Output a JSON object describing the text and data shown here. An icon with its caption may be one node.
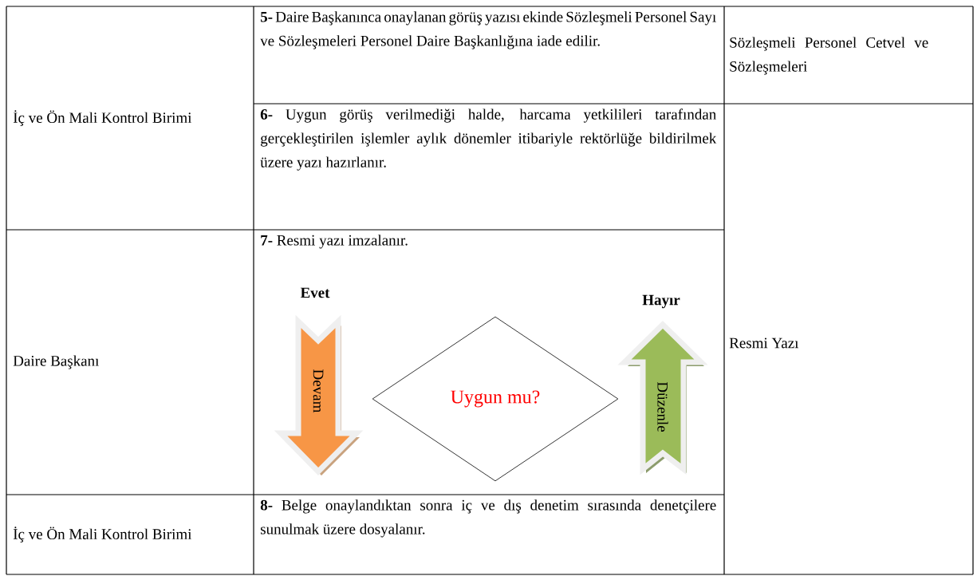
{
  "diagram": {
    "nodes": [
      {
        "text": [
          "Devam"
        ],
        "beside": [
          "Evet"
        ]
      },
      {
        "text": [
          "Uygun mu?"
        ]
      },
      {
        "text": [
          "Düzenle"
        ],
        "beside": [
          "Hayır"
        ]
      }
    ],
    "labels": [
      "İç ve Ön Mali Kontrol Birimi",
      "**5-** Daire Başkanınca onaylanan görüş yazısı ekinde Sözleşmeli Personel Sayı ve Sözleşmeleri Personel Daire Başkanlığına iade edilir.",
      "Sözleşmeli Personel Cetvel ve Sözleşmeleri",
      "**6-** Uygun görüş verilmediği halde, harcama yetkilileri tarafından gerçekleştirilen işlemler aylık dönemler itibariyle rektörlüğe bildirilmek üzere yazı hazırlanır.",
      "Daire Başkanı",
      "**7-** Resmi yazı imzalanır.",
      "Resmi Yazı",
      "İç ve Ön Mali Kontrol Birimi",
      "**8-** Belge onaylandıktan sonra iç ve dış denetim sırasında denetçilere sunulmak üzere dosyalanır."
    ]
  }
}
